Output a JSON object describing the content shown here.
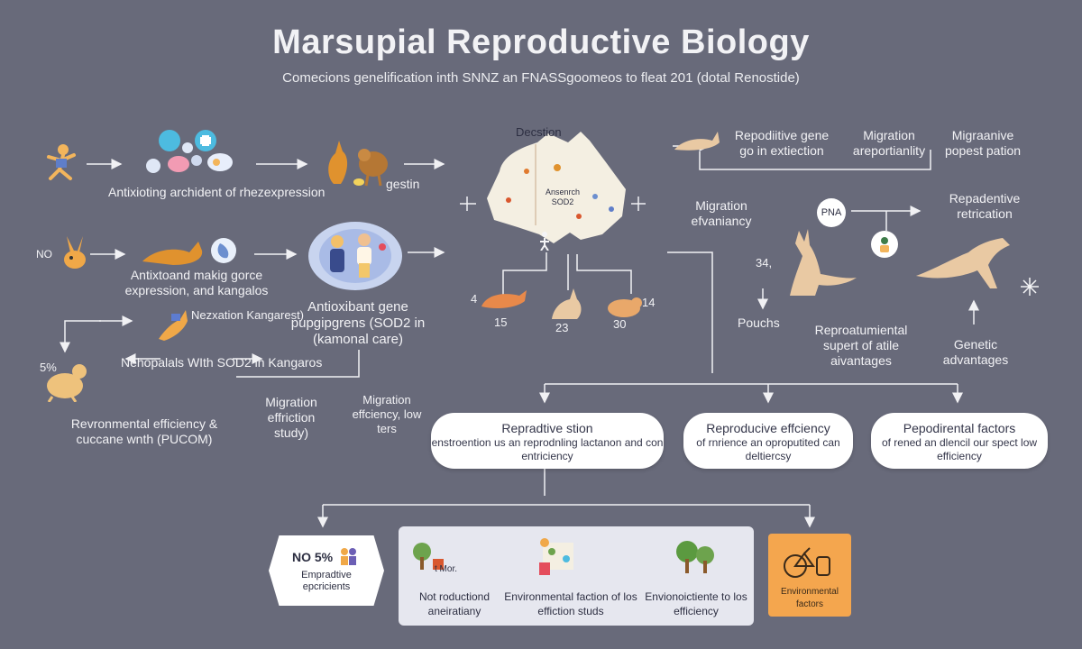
{
  "title": "Marsupial Reproductive Biology",
  "subtitle": "Comecions genelification inth SNNZ an FNASSgoomeos to fleat 201 (dotal Renostide)",
  "left": {
    "row1_label": "Antixioting archident of rhezexpression",
    "center_label": "gestin",
    "row2_tag": "NO",
    "row2_label": "Antixtoand makig gorce expression, and kangalos",
    "bubble_label": "Antioxibant gene pupgipgrens (SOD2 in (kamonal care)",
    "row3_top": "Nezxation Kangarest)",
    "row3_num": "5%",
    "row3_label": "Nehopalals WIth SOD2 in Kangaros",
    "bottom_label": "Revronmental efficiency & cuccane wnth (PUCOM)",
    "migr1": "Migration effriction study)",
    "migr2": "Migration effciency, low ters"
  },
  "map": {
    "top_label": "Decstion",
    "inner_label": "Ansenrch SOD2",
    "left_num": "4",
    "nums": [
      "15",
      "23",
      "30"
    ],
    "right_num": "14"
  },
  "right": {
    "gene_label": "Repodiitive gene go in extiection",
    "migr_label": "Migration areportianlity",
    "migr2_label": "Migraanive popest pation",
    "migr_adv": "Migration efvaniancy",
    "pna": "PNA",
    "repr_label": "Repadentive retrication",
    "num34": "34,",
    "pouches": "Pouchs",
    "support": "Reproatumiental supert of atile aivantages",
    "genetic": "Genetic advantages"
  },
  "pills": [
    {
      "title": "Repradtive stion",
      "sub": "enstroention us an reprodnling lactanon and con entriciency"
    },
    {
      "title": "Reproducive effciency",
      "sub": "of rnrience an oproputited can deltiercsy"
    },
    {
      "title": "Pepodirental factors",
      "sub": "of rened an dlencil our spect low efficiency"
    }
  ],
  "bottom": {
    "hex_top": "NO 5%",
    "hex_sub": "Empradtive epcricients",
    "tree_tag": "t Mor.",
    "items": [
      {
        "label": "Not roductiond aneiratiany"
      },
      {
        "label": "Environmental faction of los effiction studs"
      },
      {
        "label": "Envionoictiente to los efficiency"
      }
    ],
    "orange_label": "Environmental factors"
  },
  "colors": {
    "background": "#686a7a",
    "panel": "#e6e7ef",
    "accent_orange": "#f4a64e",
    "animal_tan": "#e9c9a3",
    "map_fill": "#f4efe2"
  }
}
